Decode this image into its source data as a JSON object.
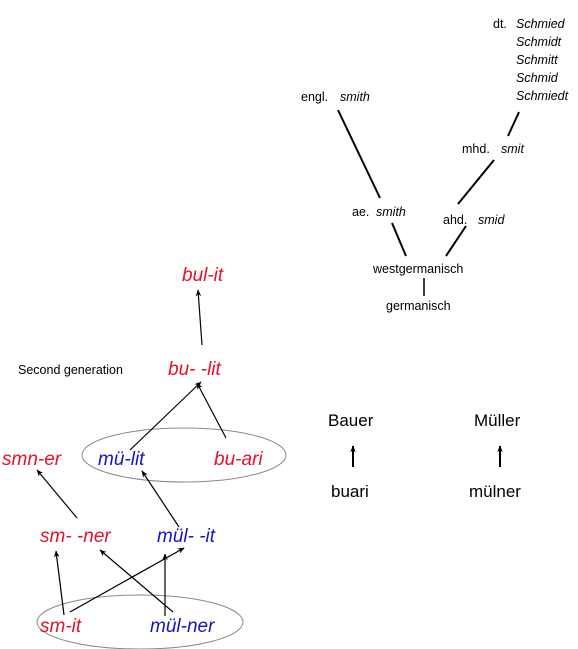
{
  "tree": {
    "dt": {
      "prefix": "dt.",
      "forms": [
        "Schmied",
        "Schmidt",
        "Schmitt",
        "Schmid",
        "Schmiedt"
      ]
    },
    "engl": {
      "prefix": "engl.",
      "form": "smith"
    },
    "mhd": {
      "prefix": "mhd.",
      "form": "smit"
    },
    "ae": {
      "prefix": "ae.",
      "form": "smith"
    },
    "ahd": {
      "prefix": "ahd.",
      "form": "smid"
    },
    "westgermanisch": "westgermanisch",
    "germanisch": "germanisch"
  },
  "generations": {
    "label": "Second generation",
    "top": "bul-it",
    "second": "bu- -lit",
    "mid_left": "smn-er",
    "mid_mulit": "mü-lit",
    "mid_buari": "bu-ari",
    "lower_left": "sm- -ner",
    "lower_right": "mül- -it",
    "bottom_left": "sm-it",
    "bottom_right": "mül-ner"
  },
  "derivations": {
    "bauer_modern": "Bauer",
    "bauer_old": "buari",
    "mueller_modern": "Müller",
    "mueller_old": "mülner"
  },
  "colors": {
    "red": "#e8102a",
    "blue": "#1414c8"
  }
}
